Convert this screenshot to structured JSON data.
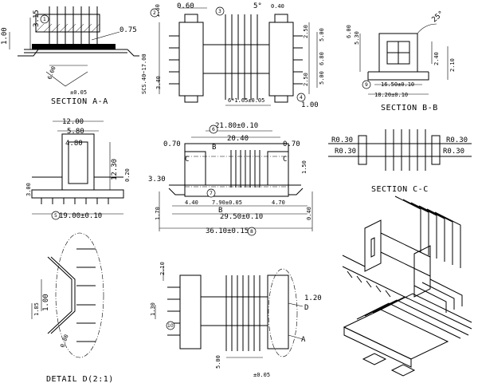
{
  "captions": {
    "section_aa": "SECTION  A-A",
    "section_bb": "SECTION  B-B",
    "section_cc": "SECTION  C-C",
    "detail_d": "DETAIL  D(2:1)"
  },
  "dims": {
    "aa_h1": "1.00",
    "aa_h2": "3.15",
    "aa_r": "0.75",
    "aa_w": "6.00",
    "aa_tol": "±0.05",
    "top_060": "0.60",
    "top_left_h": "1.60",
    "top_deg": "5°",
    "top_040": "0.40",
    "top_tall": "SCS.40~17.00",
    "top_340": "3.40",
    "top_250a": "2.50",
    "top_500a": "5.00",
    "top_680": "6.80",
    "top_500b": "5.00",
    "top_250b": "2.50",
    "top_pitch": "6*1.65±0.05",
    "top_100": "1.00",
    "bb_600": "6.00",
    "bb_530": "5.30",
    "bb_deg": "25°",
    "bb_240": "2.40",
    "bb_210": "2.10",
    "bb_1650": "16.50±0.10",
    "bb_1820": "18.20±0.10",
    "l2_1200": "12.00",
    "l2_580": "5.80",
    "l2_480": "4.80",
    "l2_1230": "12.30",
    "l2_300": "3.00",
    "l2_020": "0.20",
    "l2_1900": "19.00±0.10",
    "m_2180": "21.80±0.10",
    "m_2040": "20.40",
    "m_070a": "0.70",
    "m_070b": "0.70",
    "m_330": "3.30",
    "m_150": "1.50",
    "m_440": "4.40",
    "m_790": "7.90±0.05",
    "m_470": "4.70",
    "m_2950": "29.50±0.10",
    "m_040": "0.40",
    "m_170": "1.70",
    "m_3610": "36.10±0.15",
    "m_B": "B",
    "m_C": "C",
    "cc_r1": "R0.30",
    "cc_r2": "R0.30",
    "cc_r3": "R0.30",
    "cc_r4": "R0.30",
    "d_100": "1.00",
    "d_185": "1.85",
    "d_080": "0.80",
    "b_210": "2.10",
    "b_130": "1.30",
    "b_120": "1.20",
    "b_D": "D",
    "b_A": "A",
    "b_500": "5.00",
    "b_tol": "±0.05"
  },
  "bubbles": {
    "b1": "1",
    "b2": "2",
    "b3": "3",
    "b4": "4",
    "b5": "5",
    "b6": "6",
    "b7": "7",
    "b8": "8",
    "b9": "9",
    "b10": "10"
  }
}
